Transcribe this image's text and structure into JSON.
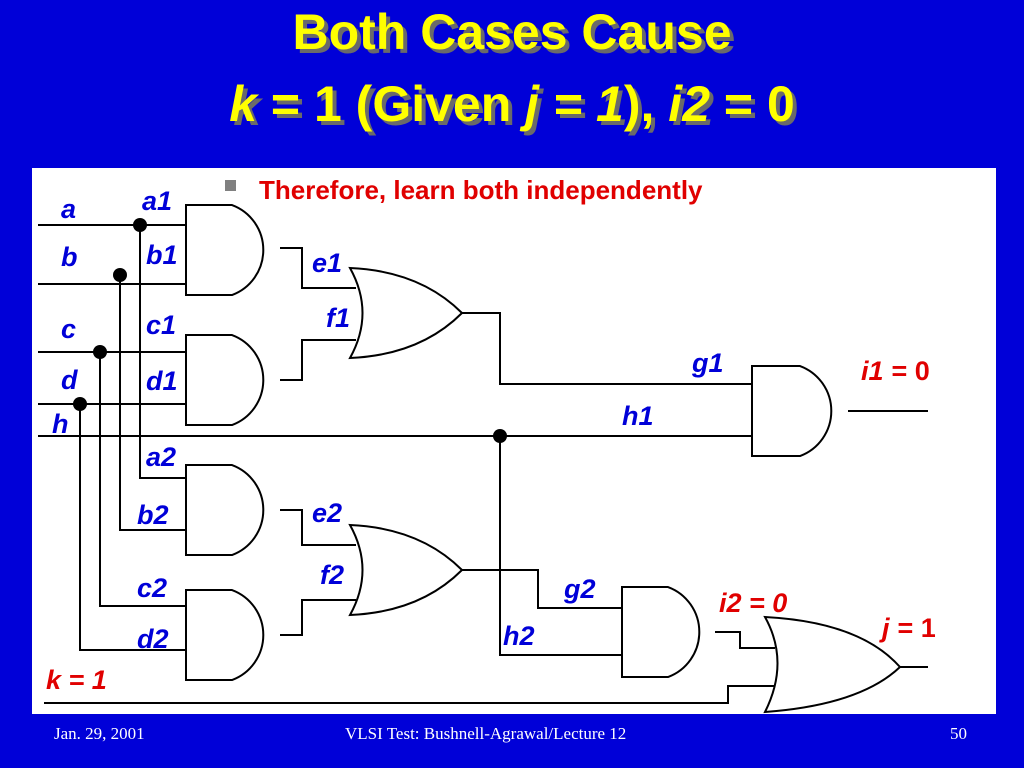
{
  "slide": {
    "title_line1": "Both Cases Cause",
    "title_line2": {
      "k": "k",
      "eq1": " = 1 (Given ",
      "j": "j = 1",
      "close": "), ",
      "i2": "i2",
      "eq2": " = 0"
    },
    "bullet": "Therefore, learn both independently",
    "bullet_icon": "square-bullet-icon"
  },
  "circuit": {
    "inputs": [
      "a",
      "b",
      "c",
      "d",
      "h"
    ],
    "wire_labels": [
      "a1",
      "b1",
      "c1",
      "d1",
      "e1",
      "f1",
      "g1",
      "h1",
      "a2",
      "b2",
      "c2",
      "d2",
      "e2",
      "f2",
      "g2",
      "h2"
    ],
    "outputs": {
      "i1": {
        "name": "i1",
        "value": "= 0"
      },
      "i2": "i2 = 0",
      "j": {
        "name": "j",
        "value": "= 1"
      },
      "k": "k = 1"
    }
  },
  "footer": {
    "date": "Jan. 29, 2001",
    "course": "VLSI Test: Bushnell-Agrawal/Lecture 12",
    "page": "50"
  },
  "colors": {
    "background": "#0000d8",
    "title": "#ffff00",
    "label": "#0000d8",
    "highlight": "#e00000"
  }
}
